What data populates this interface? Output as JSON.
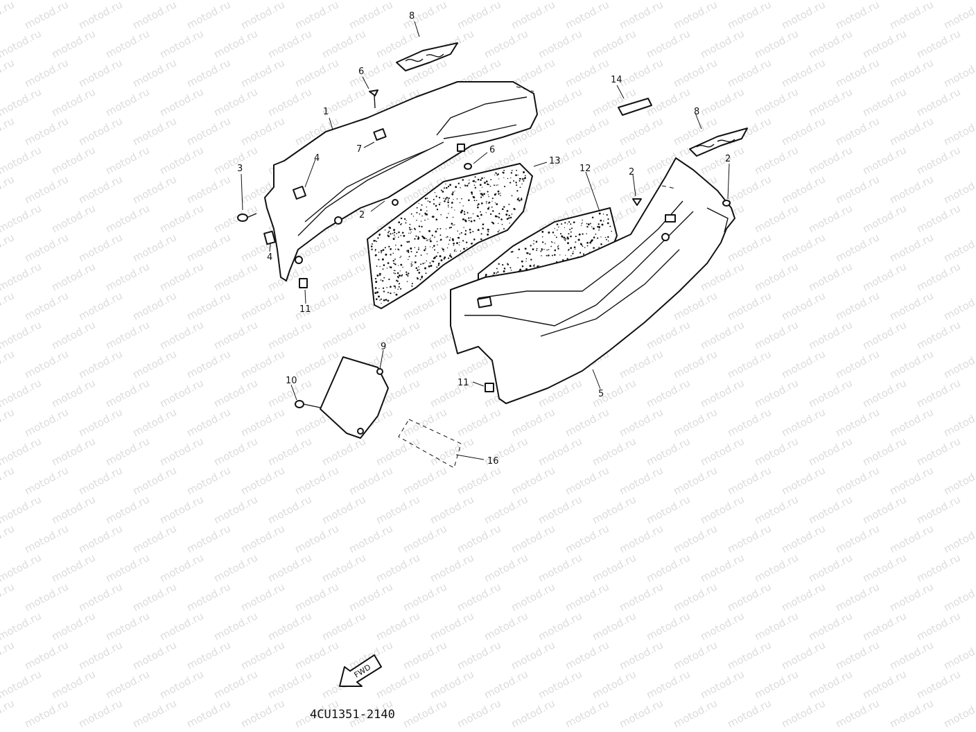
{
  "watermark": "motod.ru",
  "drawing_code": "4CU1351-2140",
  "fwd_label": "FWD",
  "callouts": [
    {
      "id": "c8a",
      "label": "8"
    },
    {
      "id": "c6a",
      "label": "6"
    },
    {
      "id": "c1",
      "label": "1"
    },
    {
      "id": "c7",
      "label": "7"
    },
    {
      "id": "c6b",
      "label": "6"
    },
    {
      "id": "c13",
      "label": "13"
    },
    {
      "id": "c14",
      "label": "14"
    },
    {
      "id": "c8b",
      "label": "8"
    },
    {
      "id": "c3",
      "label": "3"
    },
    {
      "id": "c4a",
      "label": "4"
    },
    {
      "id": "c4b",
      "label": "4"
    },
    {
      "id": "c2a",
      "label": "2"
    },
    {
      "id": "c11a",
      "label": "11"
    },
    {
      "id": "c12",
      "label": "12"
    },
    {
      "id": "c2b",
      "label": "2"
    },
    {
      "id": "c2c",
      "label": "2"
    },
    {
      "id": "c9",
      "label": "9"
    },
    {
      "id": "c10",
      "label": "10"
    },
    {
      "id": "c11b",
      "label": "11"
    },
    {
      "id": "c5",
      "label": "5"
    },
    {
      "id": "c16",
      "label": "16"
    }
  ]
}
